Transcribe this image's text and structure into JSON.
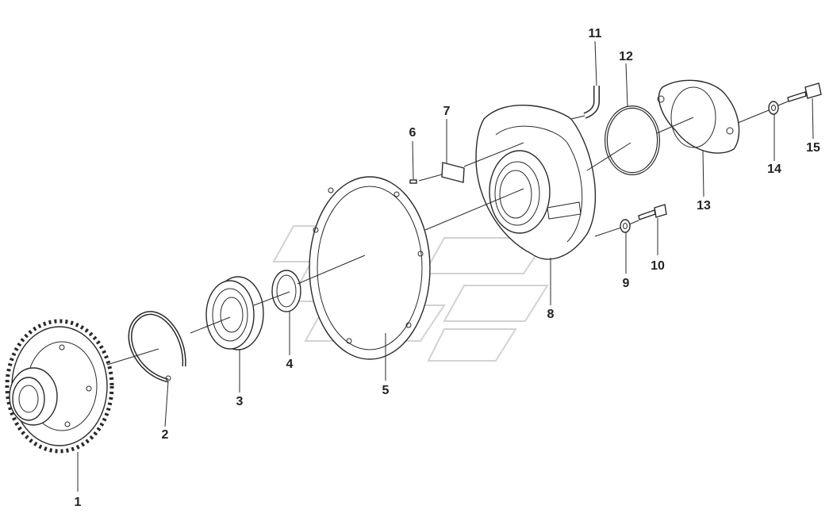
{
  "callouts": [
    {
      "id": "1",
      "label": "1"
    },
    {
      "id": "2",
      "label": "2"
    },
    {
      "id": "3",
      "label": "3"
    },
    {
      "id": "4",
      "label": "4"
    },
    {
      "id": "5",
      "label": "5"
    },
    {
      "id": "6",
      "label": "6"
    },
    {
      "id": "7",
      "label": "7"
    },
    {
      "id": "8",
      "label": "8"
    },
    {
      "id": "9",
      "label": "9"
    },
    {
      "id": "10",
      "label": "10"
    },
    {
      "id": "11",
      "label": "11"
    },
    {
      "id": "12",
      "label": "12"
    },
    {
      "id": "13",
      "label": "13"
    },
    {
      "id": "14",
      "label": "14"
    },
    {
      "id": "15",
      "label": "15"
    }
  ],
  "colors": {
    "line": "#2a2a2a",
    "watermark": "#d2d2d2",
    "background": "#ffffff"
  }
}
